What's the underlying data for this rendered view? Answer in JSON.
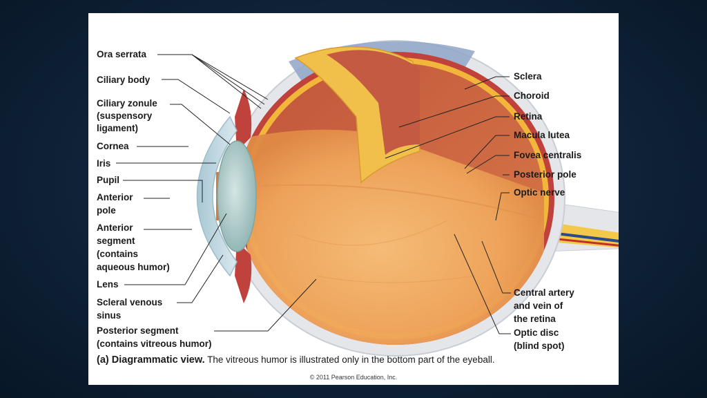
{
  "labels_left": {
    "ora_serrata": "Ora serrata",
    "ciliary_body": "Ciliary body",
    "ciliary_zonule": "Ciliary zonule",
    "ciliary_zonule_2": "(suspensory",
    "ciliary_zonule_3": "ligament)",
    "cornea": "Cornea",
    "iris": "Iris",
    "pupil": "Pupil",
    "anterior_pole": "Anterior",
    "anterior_pole_2": "pole",
    "anterior_segment": "Anterior",
    "anterior_segment_2": "segment",
    "anterior_segment_3": "(contains",
    "anterior_segment_4": "aqueous humor)",
    "lens": "Lens",
    "scleral_venous_sinus": "Scleral venous",
    "scleral_venous_sinus_2": "sinus",
    "posterior_segment": "Posterior segment",
    "posterior_segment_2": "(contains vitreous humor)"
  },
  "labels_right": {
    "sclera": "Sclera",
    "choroid": "Choroid",
    "retina": "Retina",
    "macula_lutea": "Macula lutea",
    "fovea_centralis": "Fovea centralis",
    "posterior_pole": "Posterior pole",
    "optic_nerve": "Optic nerve",
    "central_artery": "Central artery",
    "central_artery_2": "and vein of",
    "central_artery_3": "the retina",
    "optic_disc": "Optic disc",
    "optic_disc_2": "(blind spot)"
  },
  "caption": {
    "bold": "(a) Diagrammatic view.",
    "text": " The vitreous humor is illustrated only in the bottom part of the eyeball."
  },
  "copyright": "© 2011 Pearson Education, Inc.",
  "colors": {
    "sclera": "#e4e6ea",
    "choroid": "#c0423c",
    "retina": "#f2b63a",
    "vitreous": "#f2a85c",
    "lens": "#a8c8c8",
    "cornea": "#bfd6df",
    "background": "#0f2238"
  }
}
